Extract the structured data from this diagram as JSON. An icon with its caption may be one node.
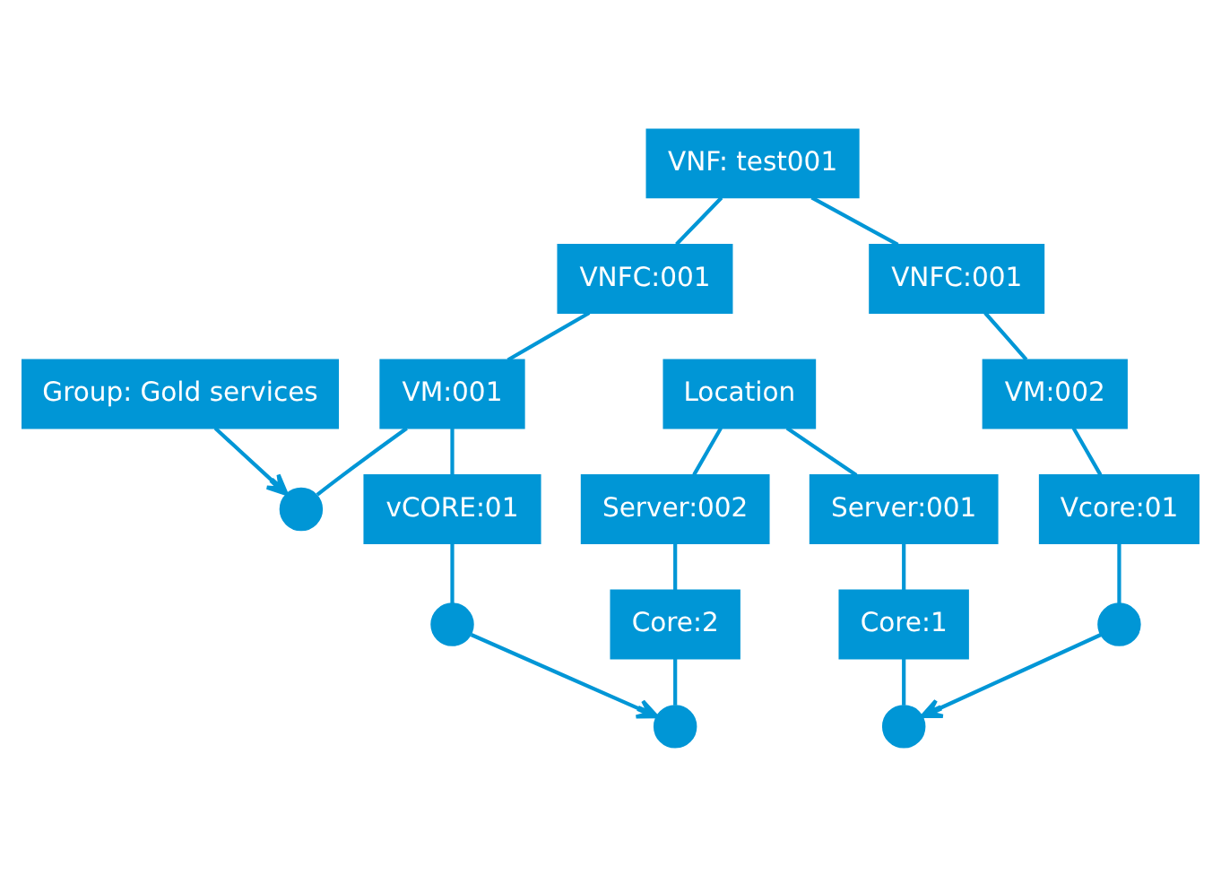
{
  "diagram": {
    "nodes": [
      {
        "text": [
          "VNF: test001"
        ]
      },
      {
        "text": [
          "VNFC:001"
        ]
      },
      {
        "text": [
          "VNFC:001"
        ]
      },
      {
        "text": [
          "VM:001"
        ]
      },
      {
        "text": [
          "VM:002"
        ]
      },
      {
        "text": [
          "vCORE:01"
        ]
      },
      {
        "text": [
          "Vcore:01"
        ]
      },
      {
        "text": [
          "Location"
        ]
      },
      {
        "text": [
          "Server:001"
        ]
      },
      {
        "text": [
          "Server:002"
        ]
      },
      {
        "text": [
          "Core:1"
        ]
      },
      {
        "text": [
          "Core:2"
        ]
      },
      {
        "text": [
          "Group: Gold services"
        ]
      },
      {
        "text": [],
        "shape": "circle"
      },
      {
        "text": [],
        "shape": "circle"
      },
      {
        "text": [],
        "shape": "circle"
      },
      {
        "text": [],
        "shape": "circle"
      },
      {
        "text": [],
        "shape": "circle"
      }
    ],
    "edges": [
      {
        "from": 0,
        "to": 1,
        "arrow": "none"
      },
      {
        "from": 0,
        "to": 2,
        "arrow": "none"
      },
      {
        "from": 1,
        "to": 3,
        "arrow": "none"
      },
      {
        "from": 2,
        "to": 4,
        "arrow": "none"
      },
      {
        "from": 3,
        "to": 5,
        "arrow": "none"
      },
      {
        "from": 4,
        "to": 6,
        "arrow": "none"
      },
      {
        "from": 7,
        "to": 8,
        "arrow": "none"
      },
      {
        "from": 7,
        "to": 9,
        "arrow": "none"
      },
      {
        "from": 8,
        "to": 10,
        "arrow": "none"
      },
      {
        "from": 9,
        "to": 11,
        "arrow": "none"
      },
      {
        "from": 3,
        "to": 13,
        "arrow": "none"
      },
      {
        "from": 10,
        "to": 14,
        "arrow": "none"
      },
      {
        "from": 11,
        "to": 15,
        "arrow": "none"
      },
      {
        "from": 5,
        "to": 16,
        "arrow": "none"
      },
      {
        "from": 6,
        "to": 17,
        "arrow": "none"
      },
      {
        "from": 17,
        "to": 14,
        "arrow": "to"
      },
      {
        "from": 16,
        "to": 15,
        "arrow": "to"
      },
      {
        "from": 12,
        "to": 13,
        "arrow": "to"
      }
    ]
  }
}
